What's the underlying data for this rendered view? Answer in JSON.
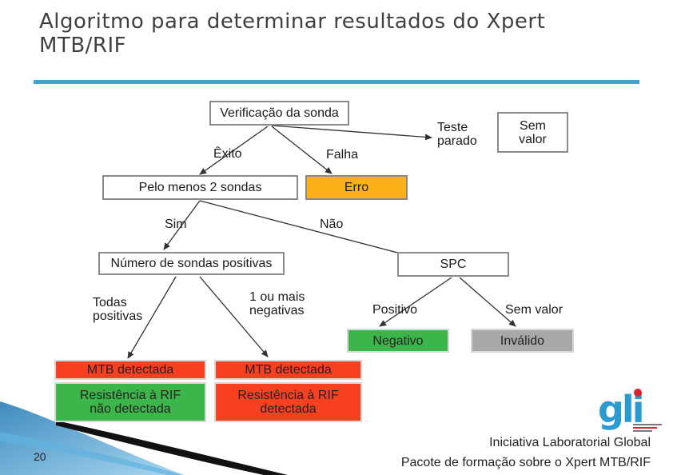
{
  "title": "Algoritmo para determinar resultados do Xpert MTB/RIF",
  "nodes": {
    "probe_check": "Verificação da sonda",
    "test_stopped": "Teste parado",
    "no_value_box": "Sem valor",
    "success": "Êxito",
    "failure": "Falha",
    "at_least_2": "Pelo menos 2 sondas",
    "error": "Erro",
    "yes": "Sim",
    "no": "Não",
    "num_positive": "Número de sondas positivas",
    "spc": "SPC",
    "all_positive": "Todas positivas",
    "one_or_more_negative": "1 ou mais negativas",
    "positive": "Positivo",
    "no_value": "Sem valor",
    "negative": "Negativo",
    "invalid": "Inválido",
    "mtb_detected_1": "MTB detectada",
    "mtb_detected_2": "MTB detectada",
    "rif_not_detected": "Resistência à RIF não detectada",
    "rif_detected": "Resistência à RIF detectada"
  },
  "colors": {
    "red": "#f7401f",
    "green": "#3cb54a",
    "orange": "#fbb216",
    "gray": "#a8a8a8",
    "accent_rule": "#3aa6d6"
  },
  "footer": {
    "page_number": "20",
    "org": "Iniciativa Laboratorial Global",
    "package": "Pacote de formação sobre o Xpert MTB/RIF"
  },
  "logo": {
    "text": "gli",
    "icon": "gli-logo"
  }
}
